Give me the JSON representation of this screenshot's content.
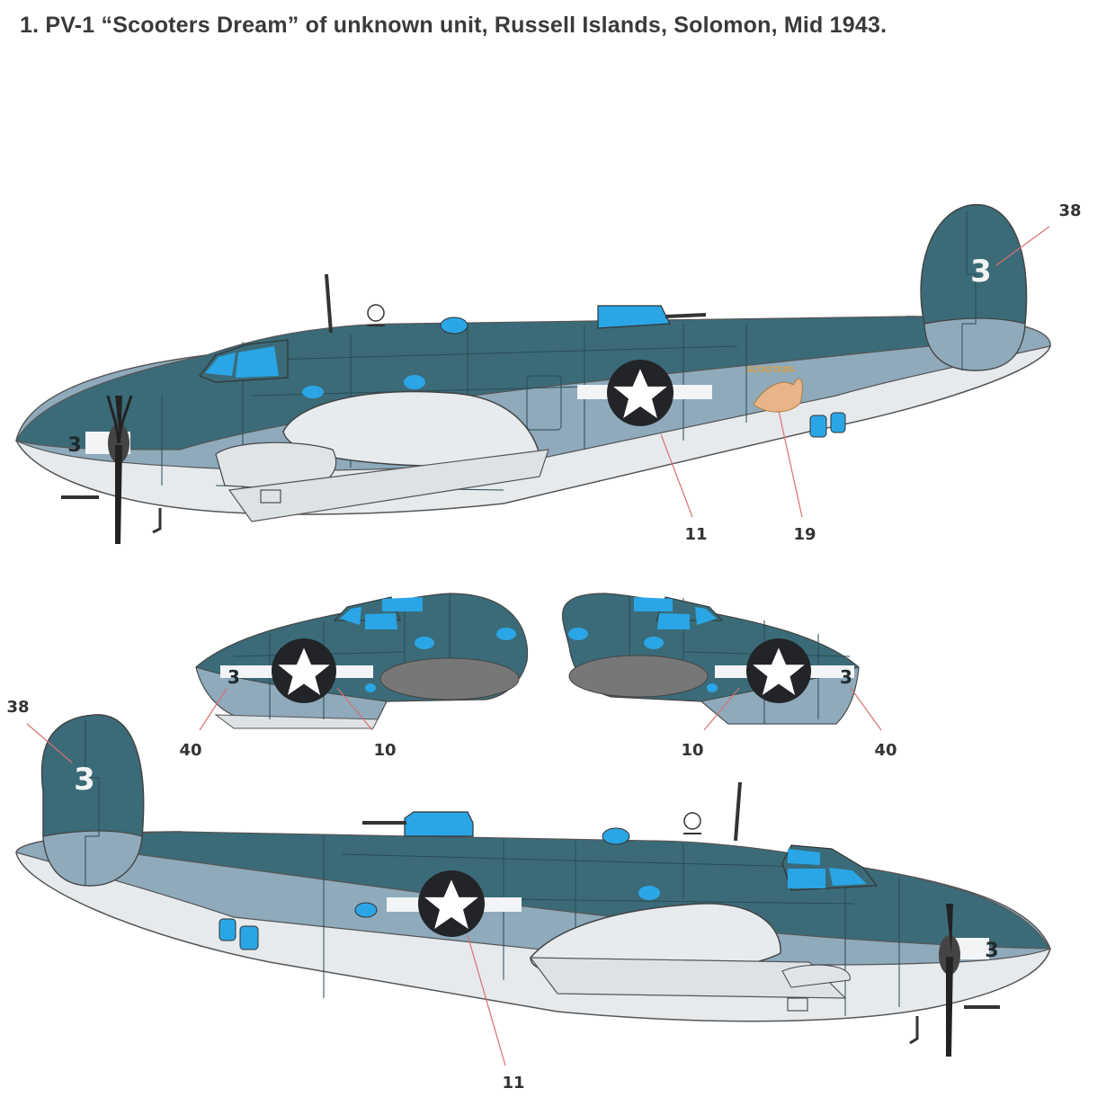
{
  "caption": "1. PV-1 “Scooters Dream” of unknown unit, Russell Islands, Solomon, Mid 1943.",
  "aircraft_number": "3",
  "nose_art_text": "SCOOTERS",
  "callouts": {
    "top_tail": "38",
    "top_insignia": "11",
    "top_noseart": "19",
    "left_nose_number": "40",
    "left_nose_insignia": "10",
    "right_nose_insignia": "10",
    "right_nose_number": "40",
    "bottom_tail": "38",
    "bottom_insignia": "11"
  },
  "colors": {
    "sea_blue": "#3b6b78",
    "intermediate_blue": "#8eaabb",
    "insignia_white": "#f2f4f5",
    "glazing": "#2aa6e6",
    "insignia_blue": "#222427",
    "leader_line": "#d9706f"
  }
}
